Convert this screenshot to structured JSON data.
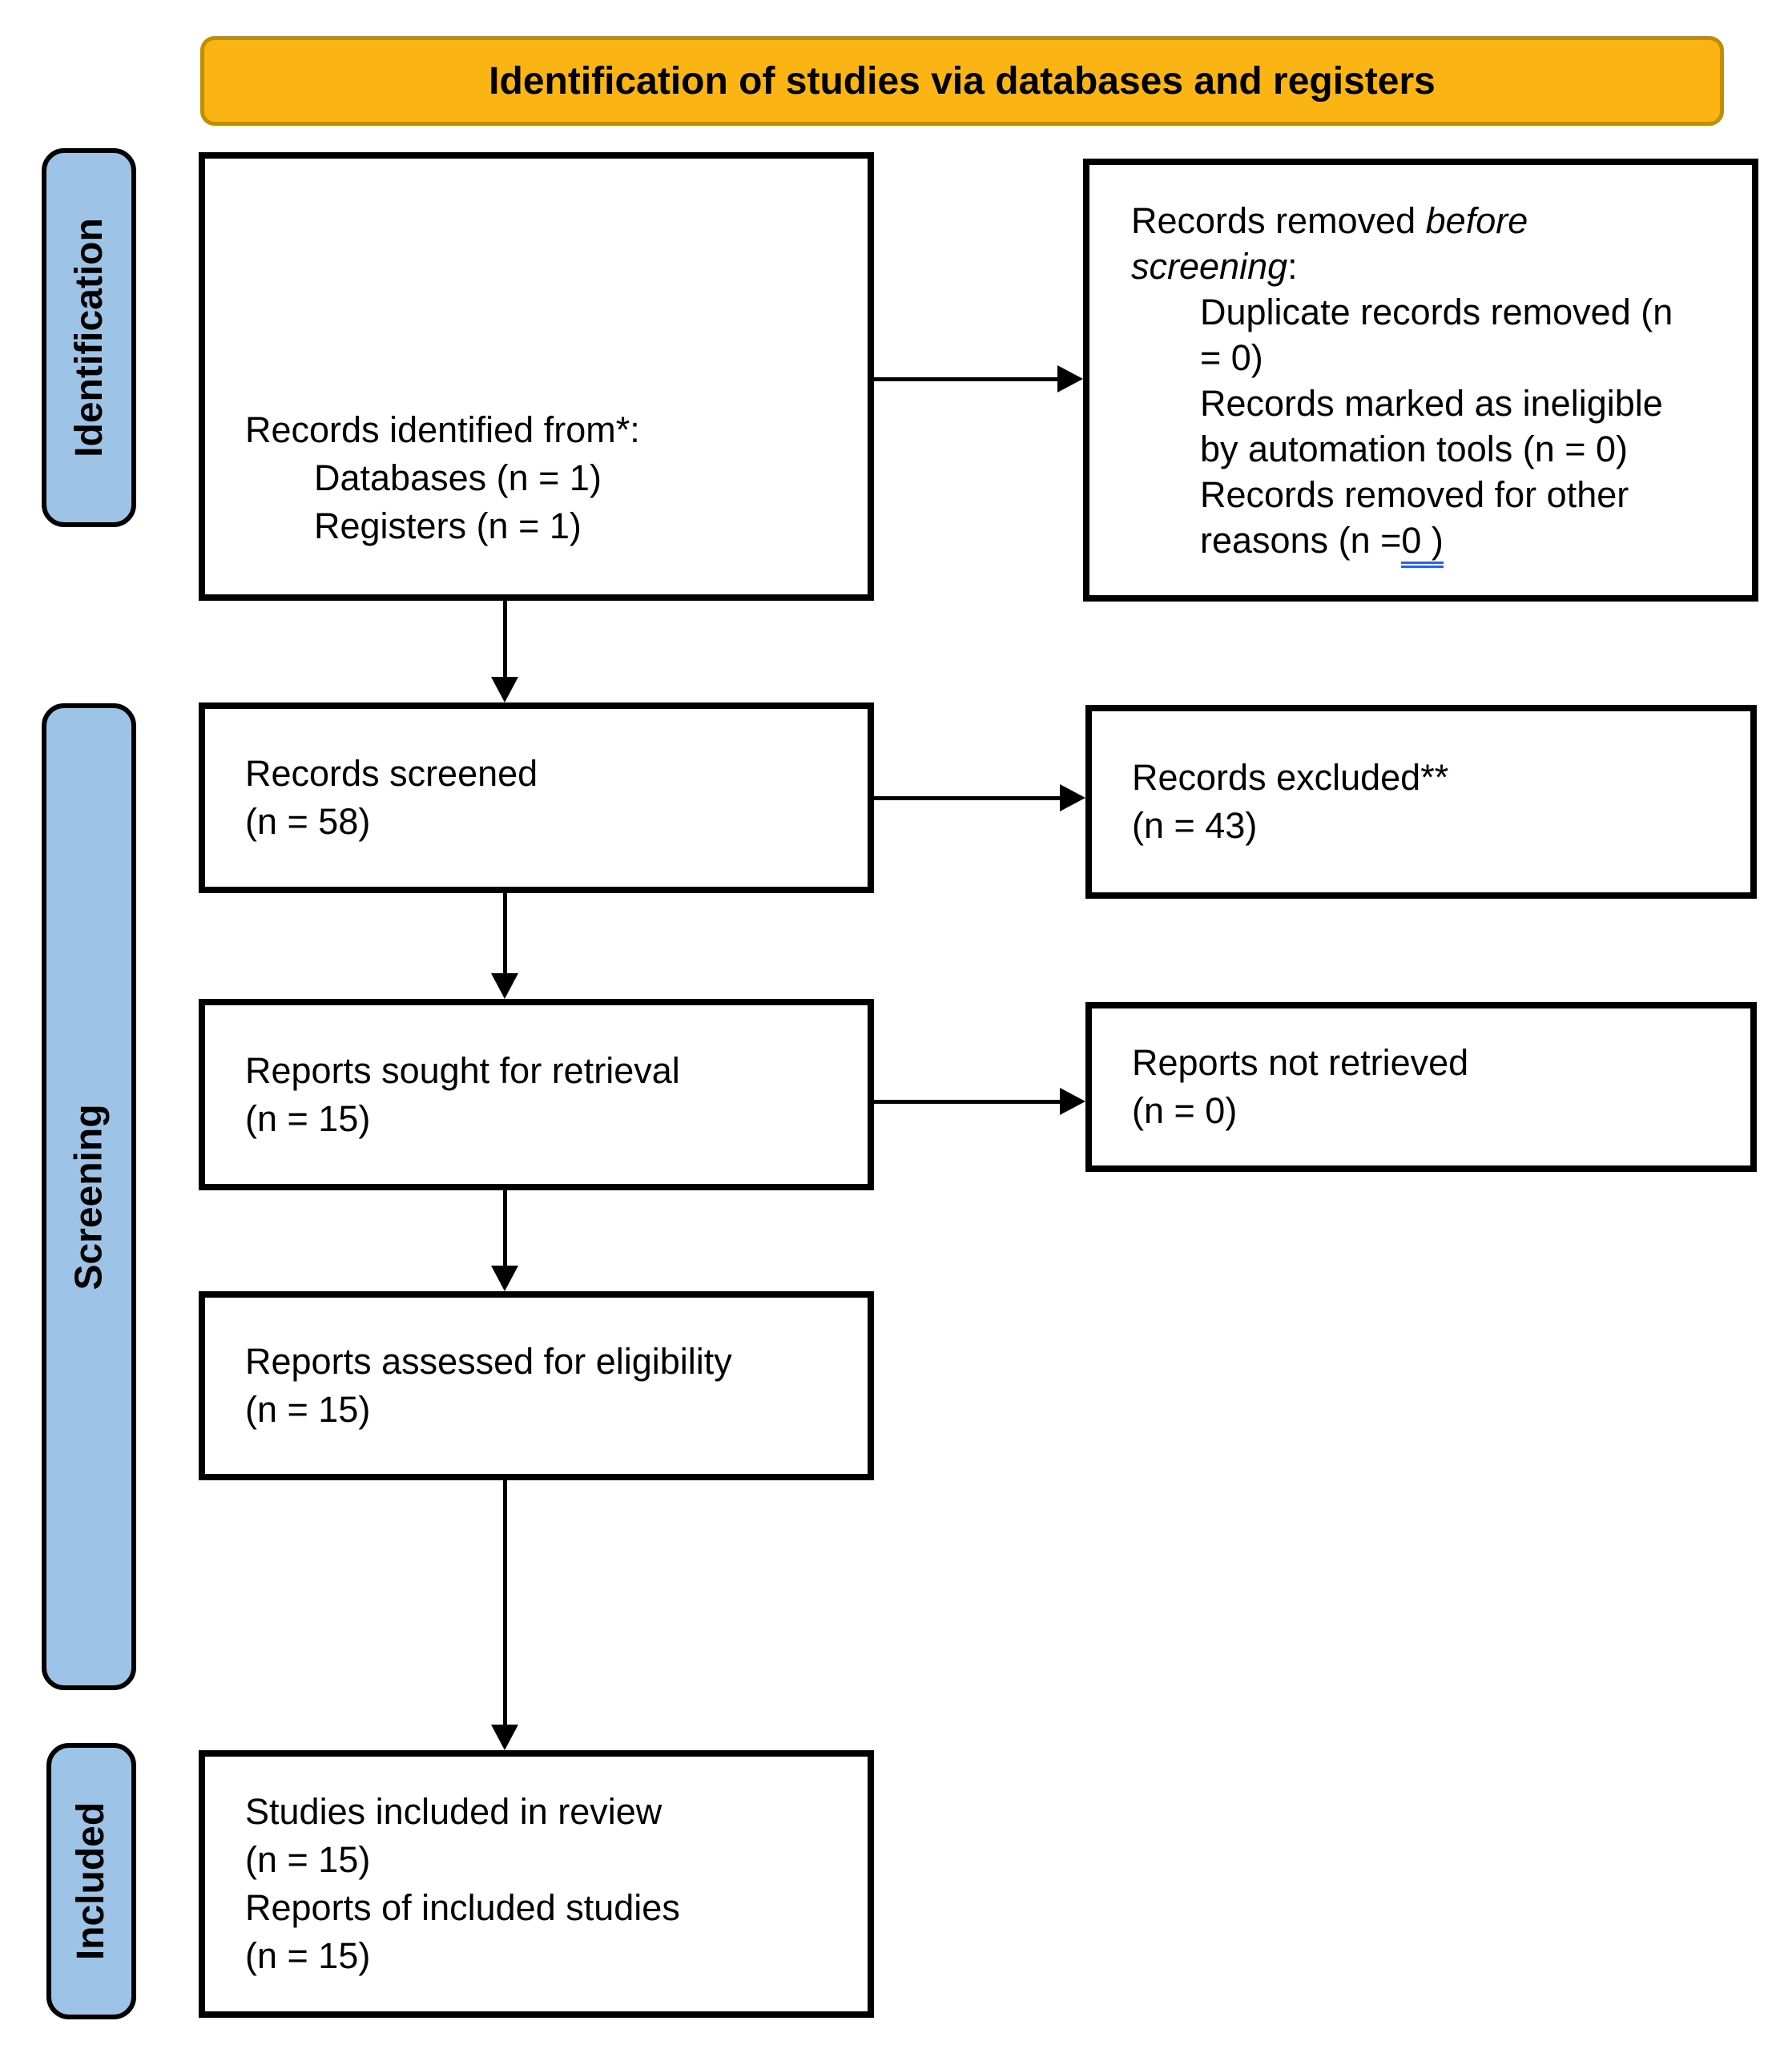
{
  "banner": {
    "title": "Identification of studies via databases and registers"
  },
  "sidebar": {
    "identification": "Identification",
    "screening": "Screening",
    "included": "Included"
  },
  "boxes": {
    "records_identified": {
      "title": "Records identified from*:",
      "items": [
        "Databases (n = 1)",
        "Registers (n = 1)"
      ]
    },
    "records_removed": {
      "line1_normal": "Records removed ",
      "line1_italic": "before",
      "line2_italic": "screening",
      "line2_suffix": ":",
      "indented_lines": [
        "Duplicate records removed (n",
        "= 0)",
        "Records marked as ineligible",
        "by automation tools (n = 0)",
        "Records removed for other"
      ],
      "last_line_prefix": "reasons (n =",
      "last_line_underlined": "0 )"
    },
    "records_screened": {
      "line1": "Records screened",
      "line2": "(n = 58)"
    },
    "records_excluded": {
      "line1": "Records excluded**",
      "line2": "(n = 43)"
    },
    "reports_sought": {
      "line1": "Reports sought for retrieval",
      "line2": "(n = 15)"
    },
    "reports_not_retrieved": {
      "line1": "Reports not retrieved",
      "line2": "(n = 0)"
    },
    "reports_assessed": {
      "line1": "Reports assessed for eligibility",
      "line2": "(n = 15)"
    },
    "studies_included": {
      "line1": "Studies included in review",
      "line2": "(n = 15)",
      "line3": "Reports of included studies",
      "line4": "(n = 15)"
    }
  },
  "colors": {
    "banner_fill": "#FAB515",
    "banner_border": "#BF8F00",
    "sidebar_fill": "#9DC3E6",
    "box_border": "#000000",
    "underline_blue": "#2563EB"
  }
}
